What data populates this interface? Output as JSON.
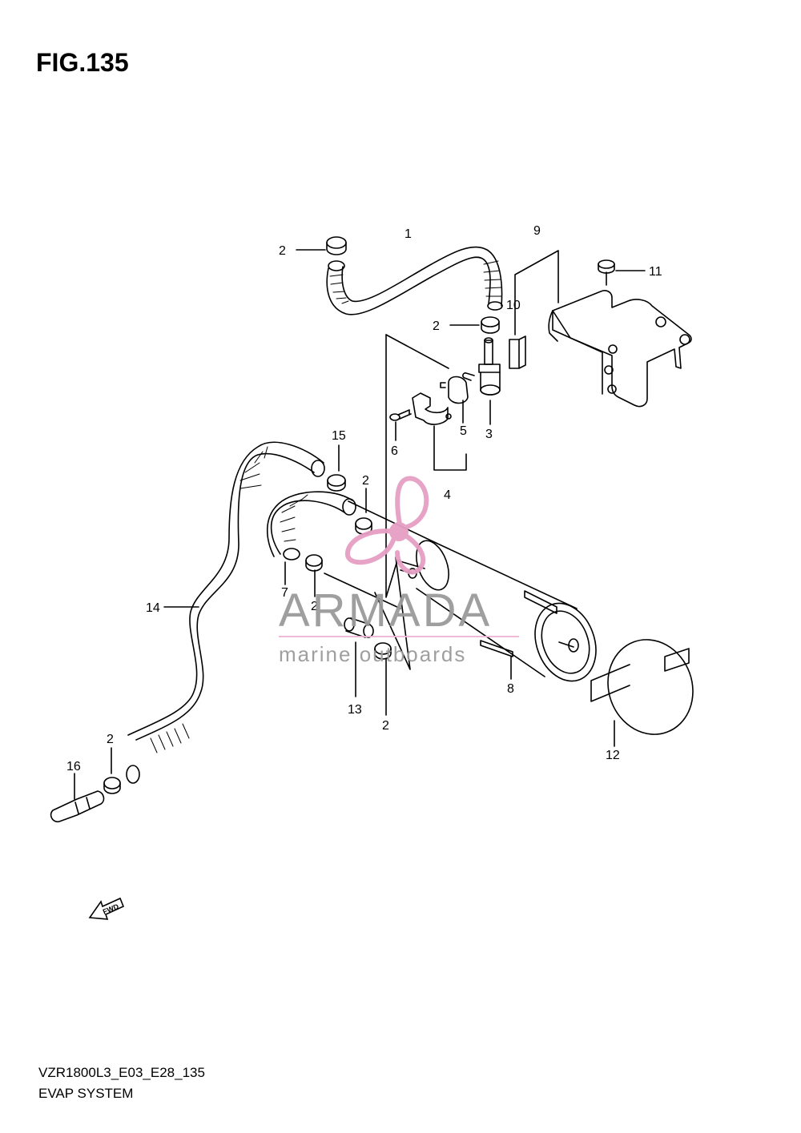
{
  "figure": {
    "title": "FIG.135",
    "code": "VZR1800L3_E03_E28_135",
    "name": "EVAP SYSTEM"
  },
  "callouts": [
    "1",
    "2",
    "2",
    "3",
    "4",
    "5",
    "6",
    "7",
    "2",
    "8",
    "9",
    "10",
    "11",
    "12",
    "13",
    "2",
    "14",
    "15",
    "2",
    "16",
    "2"
  ],
  "watermark": {
    "brand": "ARMADA",
    "tagline": "marine outboards",
    "colors": {
      "text": "#9a9a9a",
      "accent": "#e59fc4",
      "line": "#f0b6d3"
    }
  },
  "fwd_badge": "FWD",
  "colors": {
    "ink": "#000000",
    "background": "#ffffff"
  }
}
